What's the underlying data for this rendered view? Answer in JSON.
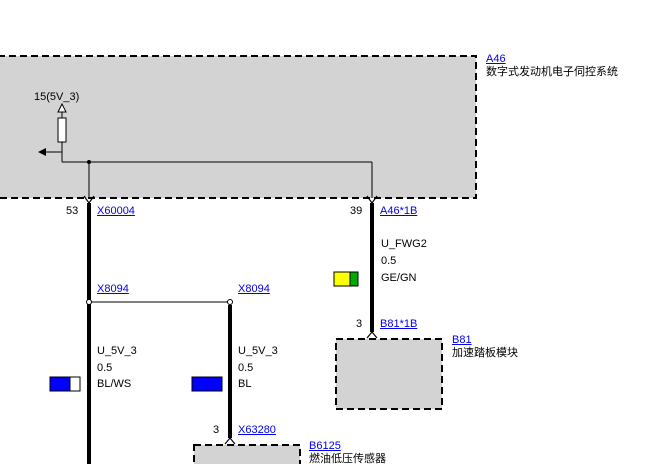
{
  "components": {
    "ecu": {
      "id": "A46",
      "name": "数字式发动机电子伺控系统",
      "supply_label": "15(5V_3)"
    },
    "pedal": {
      "id": "B81",
      "name": "加速踏板模块"
    },
    "sensor": {
      "id": "B6125",
      "name": "燃油低压传感器"
    }
  },
  "connectors": {
    "ecu_left": {
      "pin": "53",
      "id": "X60004"
    },
    "ecu_right": {
      "pin": "39",
      "id": "A46*1B"
    },
    "splice_left": {
      "id": "X8094"
    },
    "splice_right": {
      "id": "X8094"
    },
    "pedal_conn": {
      "pin": "3",
      "id": "B81*1B"
    },
    "sensor_conn": {
      "pin": "3",
      "id": "X63280"
    }
  },
  "wires": {
    "fwg2": {
      "signal": "U_FWG2",
      "gauge": "0.5",
      "color": "GE/GN",
      "swatch": [
        "#ffff00",
        "#00aa00"
      ]
    },
    "bl_ws": {
      "signal": "U_5V_3",
      "gauge": "0.5",
      "color": "BL/WS",
      "swatch": [
        "#0000ff",
        "#ffffff"
      ]
    },
    "bl": {
      "signal": "U_5V_3",
      "gauge": "0.5",
      "color": "BL",
      "swatch": [
        "#0000ff"
      ]
    }
  },
  "colors": {
    "box_fill": "#d3d3d3",
    "link": "#0000ee"
  }
}
